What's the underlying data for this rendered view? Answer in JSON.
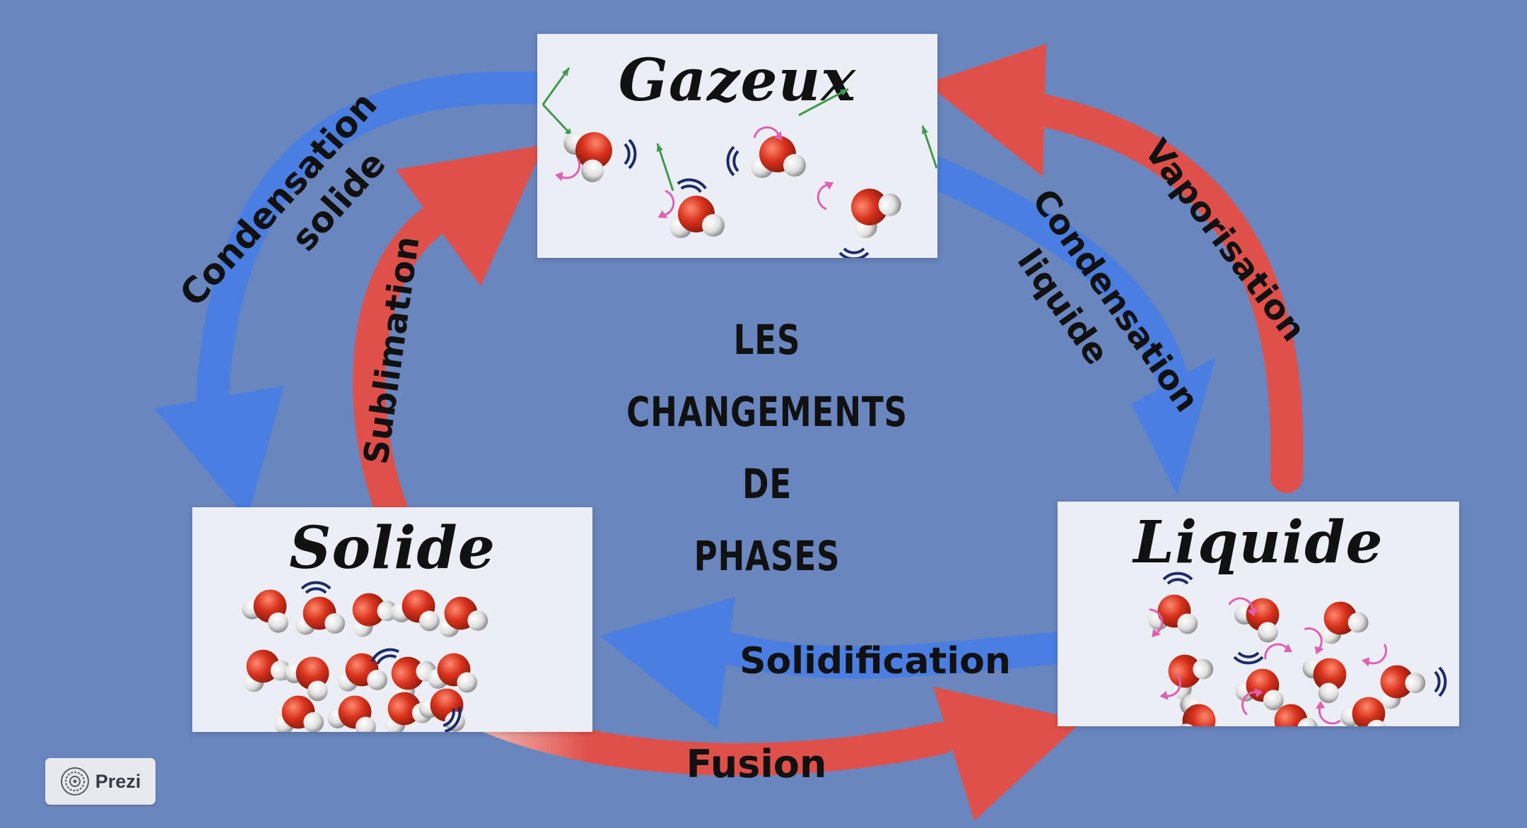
{
  "title_lines": [
    "LES",
    "CHANGEMENTS DE",
    "PHASES"
  ],
  "phases": {
    "gas": "Gazeux",
    "solid": "Solide",
    "liquid": "Liquide"
  },
  "transitions": {
    "deposition_line1": "Condensation",
    "deposition_line2": "solide",
    "sublimation": "Sublimation",
    "vaporization": "Vaporisation",
    "condensation_line1": "Condensation",
    "condensation_line2": "liquide",
    "solidification": "Solidification",
    "fusion": "Fusion"
  },
  "badge": {
    "label": "Prezi"
  },
  "colors": {
    "background": "#6a86bf",
    "red_arrow": "#e0504a",
    "blue_arrow": "#4a7ee0",
    "oxygen": "#d8321c",
    "hydrogen": "#e0e0e0",
    "velocity_arrow": "#3f9a4a",
    "rotation_arrow": "#e05fb0",
    "vibration_mark": "#1a2b6a"
  }
}
